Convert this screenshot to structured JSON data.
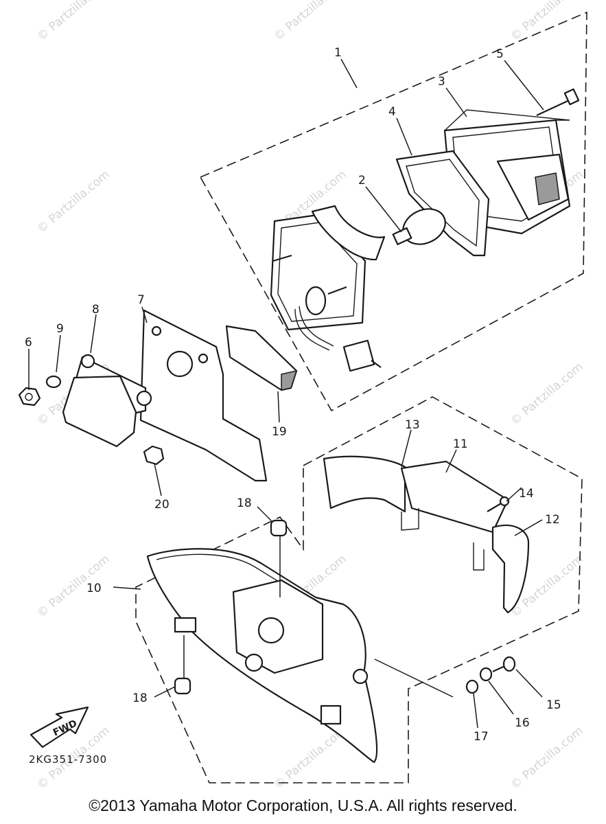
{
  "diagram": {
    "callouts": [
      "1",
      "2",
      "3",
      "4",
      "5",
      "6",
      "7",
      "8",
      "9",
      "10",
      "11",
      "12",
      "13",
      "14",
      "15",
      "16",
      "17",
      "18",
      "18",
      "19",
      "20"
    ],
    "fwd_label": "FWD",
    "diagram_code": "2KG351-7300",
    "watermark": "© Partzilla.com",
    "copyright": "©2013 Yamaha Motor Corporation, U.S.A. All rights reserved."
  }
}
